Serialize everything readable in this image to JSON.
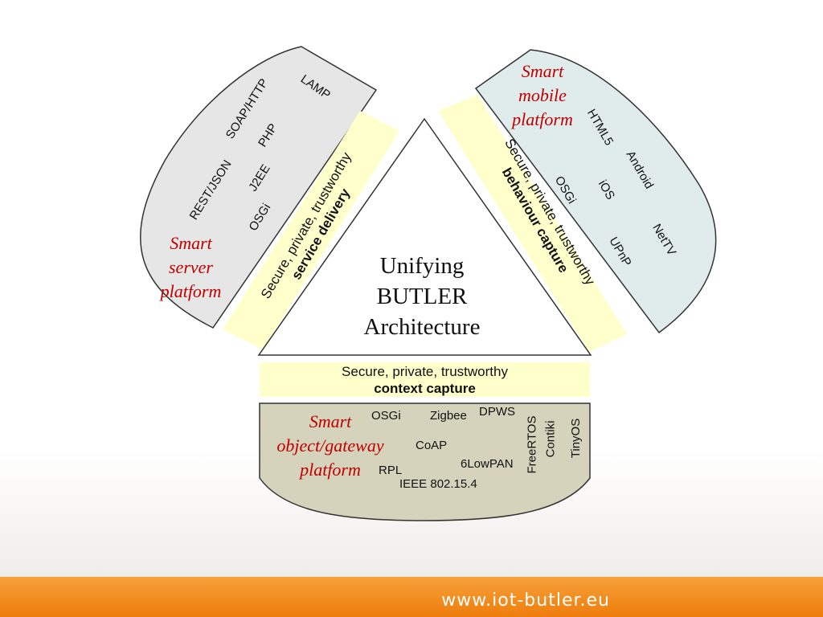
{
  "center": {
    "title_line1": "Unifying",
    "title_line2": "BUTLER",
    "title_line3": "Architecture"
  },
  "bands": {
    "left": {
      "line1": "Secure, private, trustworthy",
      "line2": "service delivery"
    },
    "right": {
      "line1": "Secure, private, trustworthy",
      "line2": "behaviour capture"
    },
    "bottom": {
      "line1": "Secure, private, trustworthy",
      "line2": "context capture"
    }
  },
  "server_platform": {
    "label_line1": "Smart",
    "label_line2": "server",
    "label_line3": "platform",
    "items": [
      "LAMP",
      "SOAP/HTTP",
      "PHP",
      "REST/JSON",
      "J2EE",
      "OSGi"
    ]
  },
  "mobile_platform": {
    "label_line1": "Smart",
    "label_line2": "mobile",
    "label_line3": "platform",
    "items": [
      "HTML5",
      "Android",
      "OSGi",
      "iOS",
      "NetTV",
      "UPnP"
    ]
  },
  "object_platform": {
    "label_line1": "Smart",
    "label_line2": "object/gateway",
    "label_line3": "platform",
    "items": [
      "OSGi",
      "Zigbee",
      "DPWS",
      "CoAP",
      "6LowPAN",
      "RPL",
      "IEEE 802.15.4",
      "FreeRTOS",
      "Contiki",
      "TinyOS"
    ]
  },
  "footer": {
    "url": "www.iot-butler.eu"
  },
  "colors": {
    "band_fill": "#ffffcc",
    "server_fill": "#e6e6e6",
    "mobile_fill": "#e0eceb",
    "object_fill": "#d6d3bd",
    "label_red": "#c00000",
    "footer_orange": "#ee7d0c"
  }
}
